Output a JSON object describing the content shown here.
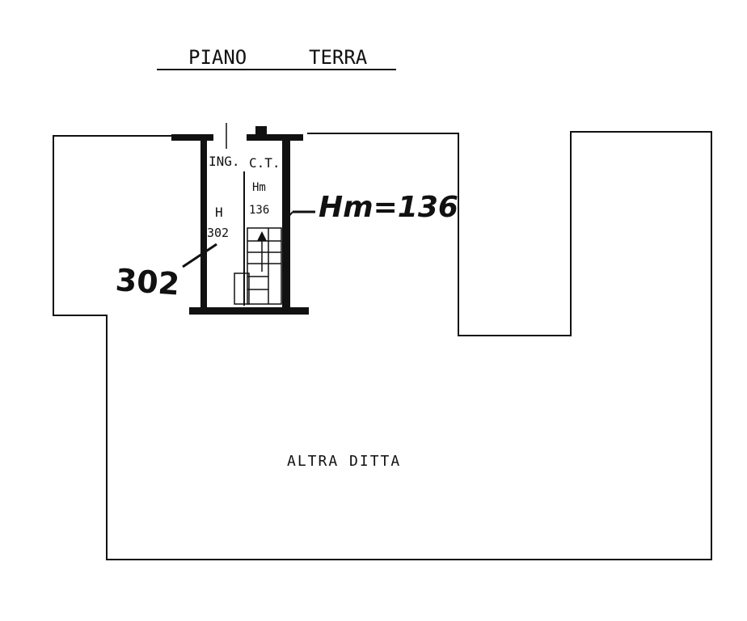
{
  "title": {
    "word1": "PIANO",
    "word2": "TERRA"
  },
  "rooms": {
    "entrance_label": "ING.",
    "boiler_label": "C.T.",
    "entrance_height_label": "H",
    "entrance_height_value": "302",
    "boiler_height_label": "Hm",
    "boiler_height_value": "136"
  },
  "annotations": {
    "entrance_height": "302",
    "boiler_height": "Hm=136"
  },
  "other_property_label": "ALTRA DITTA"
}
